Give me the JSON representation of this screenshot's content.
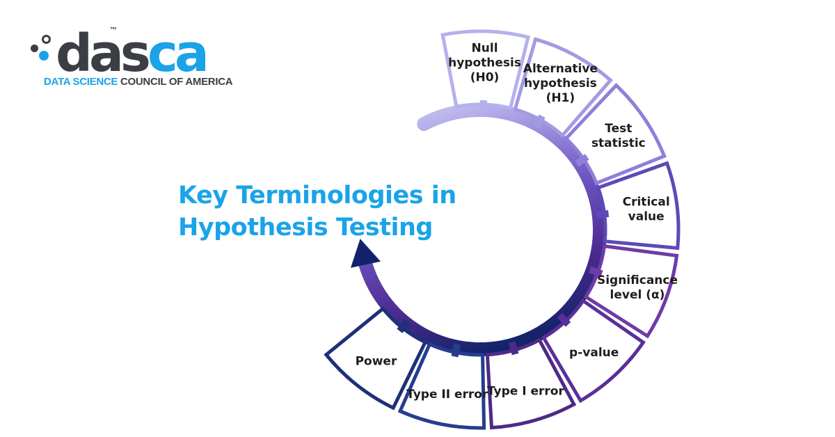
{
  "logo": {
    "word_dark": "das",
    "word_accent": "ca",
    "trademark": "™",
    "tagline_accent": "DATA SCIENCE",
    "tagline_dark": " COUNCIL OF AMERICA"
  },
  "heading": {
    "line1": "Key Terminologies in",
    "line2": "Hypothesis Testing"
  },
  "terms": [
    {
      "label": [
        "Null",
        "hypothesis",
        "(H0)"
      ],
      "color": "#b4b1ec"
    },
    {
      "label": [
        "Alternative",
        "hypothesis",
        "(H1)"
      ],
      "color": "#a39ae4"
    },
    {
      "label": [
        "Test",
        "statistic"
      ],
      "color": "#8f7fd9"
    },
    {
      "label": [
        "Critical",
        "value"
      ],
      "color": "#5c4ab7"
    },
    {
      "label": [
        "Significance",
        "level (α)"
      ],
      "color": "#6e3ba8"
    },
    {
      "label": [
        "p-value"
      ],
      "color": "#5a2f9a"
    },
    {
      "label": [
        "Type I error"
      ],
      "color": "#4e2a86"
    },
    {
      "label": [
        "Type II error"
      ],
      "color": "#243d8f"
    },
    {
      "label": [
        "Power"
      ],
      "color": "#1d3078"
    }
  ],
  "colors": {
    "accent": "#1aa3e8",
    "dark_text": "#3b3e45",
    "ring_start": "#c3c0f0",
    "ring_end": "#13236a"
  }
}
